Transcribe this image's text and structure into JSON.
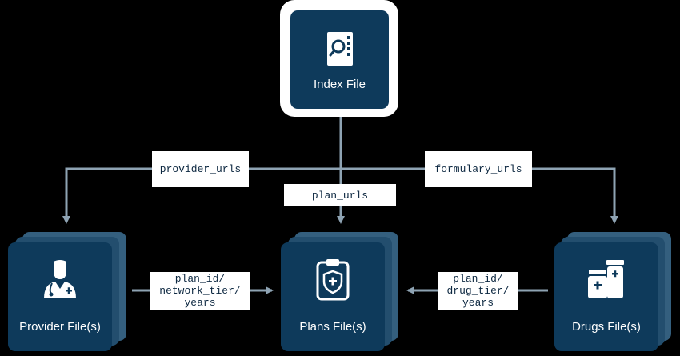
{
  "nodes": {
    "index": {
      "title": "Index File",
      "icon": "document-search-icon"
    },
    "provider": {
      "title": "Provider File(s)",
      "icon": "doctor-icon"
    },
    "plans": {
      "title": "Plans File(s)",
      "icon": "clipboard-medical-icon"
    },
    "drugs": {
      "title": "Drugs File(s)",
      "icon": "medicine-bottles-icon"
    }
  },
  "edges": {
    "provider_urls": "provider_urls",
    "plan_urls": "plan_urls",
    "formulary_urls": "formulary_urls",
    "provider_to_plans": [
      "plan_id/",
      "network_tier/",
      "years"
    ],
    "drugs_to_plans": [
      "plan_id/",
      "drug_tier/",
      "years"
    ]
  },
  "colors": {
    "background": "#000000",
    "node_fill": "#0e3a5b",
    "connector": "#8ea3b3",
    "label_bg": "#ffffff",
    "label_text": "#0c2740"
  }
}
